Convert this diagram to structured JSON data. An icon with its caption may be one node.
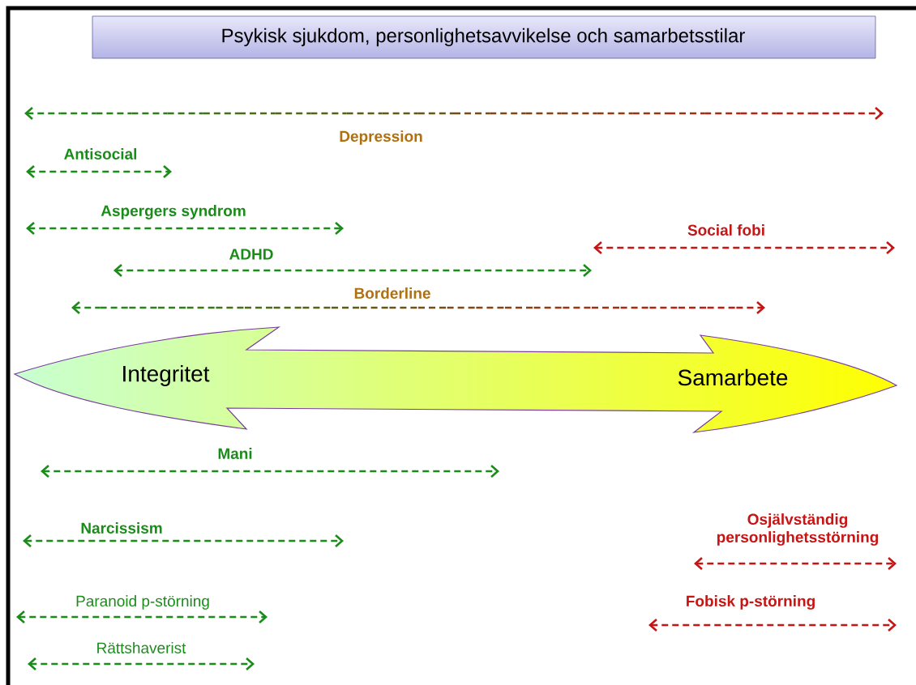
{
  "diagram": {
    "title": "Psykisk sjukdom, personlighetsavvikelse och samarbetsstilar",
    "nodes": [
      {
        "text": [
          "Integritet",
          "Samarbete"
        ]
      }
    ],
    "labels": [
      "Depression",
      "Antisocial",
      "Aspergers syndrom",
      "Social fobi",
      "ADHD",
      "Borderline",
      "Mani",
      "Narcissism",
      "Osjälvständig personlighetsstörning",
      "Paranoid p-störning",
      "Fobisk p-störning",
      "Rättshaverist"
    ]
  }
}
